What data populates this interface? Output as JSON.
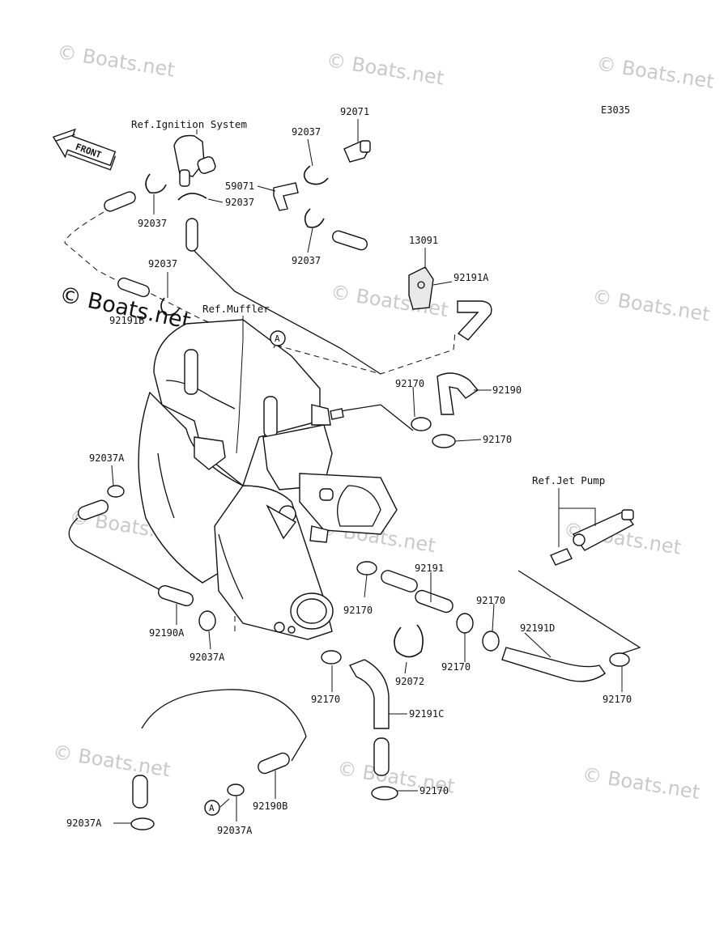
{
  "diagram_code": "E3035",
  "front_label": "FRONT",
  "ref_labels": {
    "ignition": "Ref.Ignition System",
    "muffler": "Ref.Muffler",
    "jet_pump": "Ref.Jet Pump"
  },
  "callout": "A",
  "watermark": "© Boats.net",
  "parts": {
    "p92071": "92071",
    "p92037_ign_top": "92037",
    "p59071": "59071",
    "p92037_ign_mid": "92037",
    "p92037_ign_left": "92037",
    "p92037_ign_right": "92037",
    "p92037_mid": "92037",
    "p13091": "13091",
    "p92191a": "92191A",
    "p92191b": "92191B",
    "p92170_a": "92170",
    "p92190": "92190",
    "p92170_b": "92170",
    "p92037a_left": "92037A",
    "p92191": "92191",
    "p92170_c": "92170",
    "p92170_d": "92170",
    "p92191d": "92191D",
    "p92190a": "92190A",
    "p92037a_low": "92037A",
    "p92170_e": "92170",
    "p92072": "92072",
    "p92170_f": "92170",
    "p92170_g": "92170",
    "p92191c": "92191C",
    "p92170_h": "92170",
    "p92190b": "92190B",
    "p92037a_bot_left": "92037A",
    "p92037a_bot_mid": "92037A"
  }
}
